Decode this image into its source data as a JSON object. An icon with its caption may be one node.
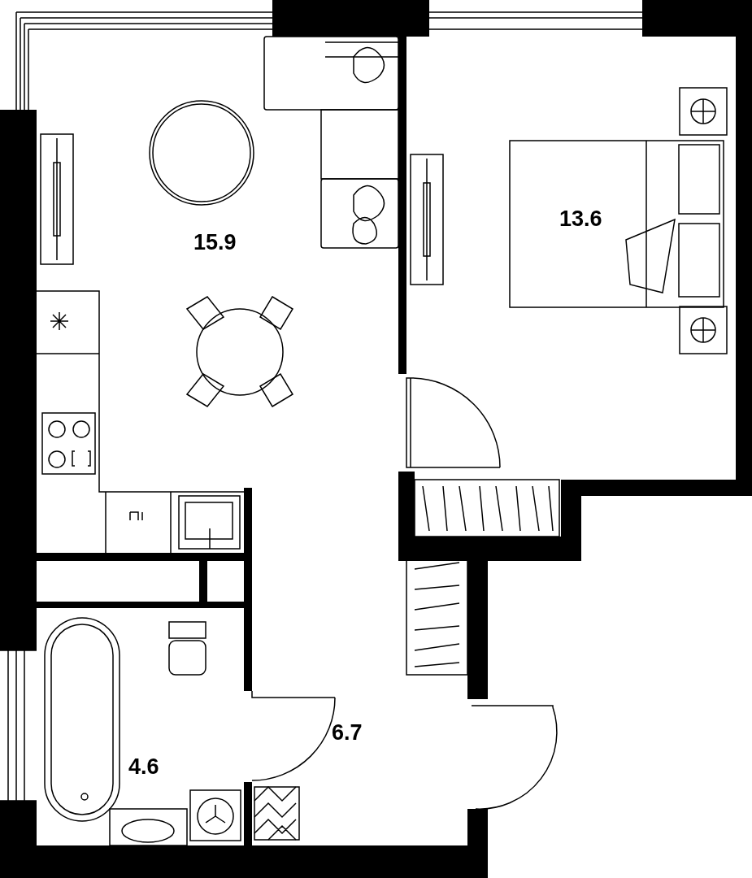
{
  "diagram": {
    "labels": [
      "15.9",
      "13.6",
      "6.7",
      "4.6"
    ]
  }
}
